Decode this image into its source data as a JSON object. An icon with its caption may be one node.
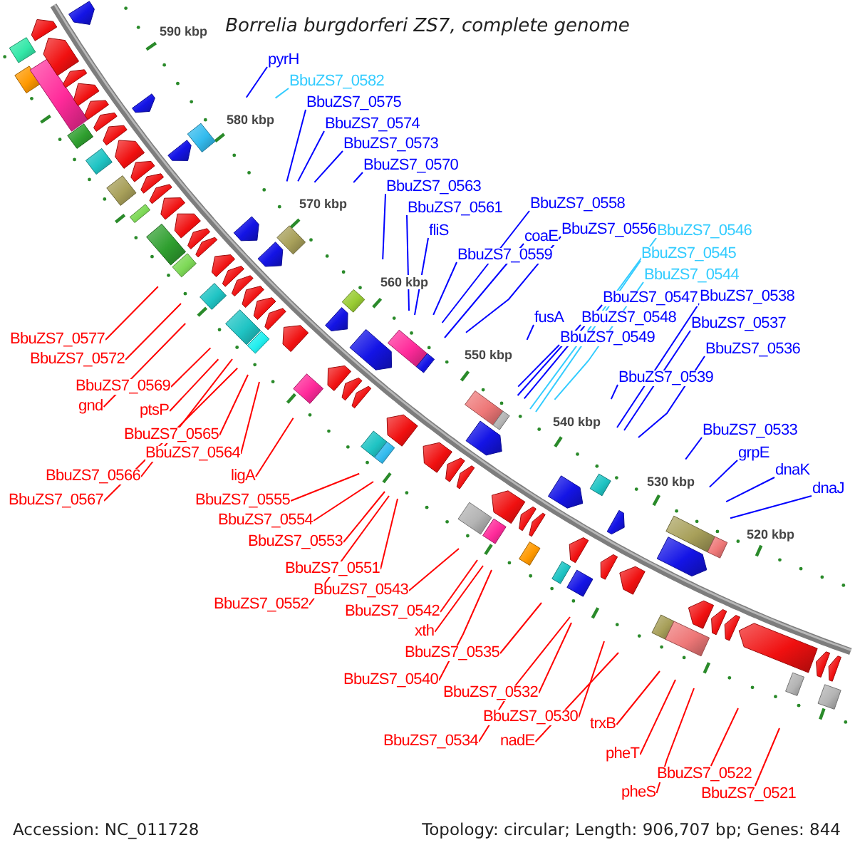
{
  "diagram": {
    "title": "Borrelia burgdorferi ZS7, complete genome",
    "nodes": [
      {
        "text": [
          "pyrH"
        ]
      },
      {
        "text": [
          "BbuZS7_0582"
        ]
      },
      {
        "text": [
          "BbuZS7_0575"
        ]
      },
      {
        "text": [
          "BbuZS7_0574"
        ]
      },
      {
        "text": [
          "BbuZS7_0573"
        ]
      },
      {
        "text": [
          "BbuZS7_0570"
        ]
      },
      {
        "text": [
          "BbuZS7_0563"
        ]
      },
      {
        "text": [
          "BbuZS7_0558"
        ]
      },
      {
        "text": [
          "BbuZS7_0561"
        ]
      },
      {
        "text": [
          "fliS"
        ]
      },
      {
        "text": [
          "coaE"
        ]
      },
      {
        "text": [
          "BbuZS7_0556"
        ]
      },
      {
        "text": [
          "BbuZS7_0546"
        ]
      },
      {
        "text": [
          "BbuZS7_0559"
        ]
      },
      {
        "text": [
          "BbuZS7_0545"
        ]
      },
      {
        "text": [
          "BbuZS7_0544"
        ]
      },
      {
        "text": [
          "BbuZS7_0547"
        ]
      },
      {
        "text": [
          "BbuZS7_0538"
        ]
      },
      {
        "text": [
          "fusA"
        ]
      },
      {
        "text": [
          "BbuZS7_0548"
        ]
      },
      {
        "text": [
          "BbuZS7_0537"
        ]
      },
      {
        "text": [
          "BbuZS7_0577"
        ]
      },
      {
        "text": [
          "BbuZS7_0549"
        ]
      },
      {
        "text": [
          "BbuZS7_0536"
        ]
      },
      {
        "text": [
          "BbuZS7_0572"
        ]
      },
      {
        "text": [
          "BbuZS7_0539"
        ]
      },
      {
        "text": [
          "BbuZS7_0569"
        ]
      },
      {
        "text": [
          "gnd"
        ]
      },
      {
        "text": [
          "ptsP"
        ]
      },
      {
        "text": [
          "BbuZS7_0533"
        ]
      },
      {
        "text": [
          "BbuZS7_0565"
        ]
      },
      {
        "text": [
          "BbuZS7_0564"
        ]
      },
      {
        "text": [
          "grpE"
        ]
      },
      {
        "text": [
          "dnaK"
        ]
      },
      {
        "text": [
          "BbuZS7_0566"
        ]
      },
      {
        "text": [
          "ligA"
        ]
      },
      {
        "text": [
          "dnaJ"
        ]
      },
      {
        "text": [
          "BbuZS7_0567"
        ]
      },
      {
        "text": [
          "BbuZS7_0555"
        ]
      },
      {
        "text": [
          "BbuZS7_0554"
        ]
      },
      {
        "text": [
          "BbuZS7_0553"
        ]
      },
      {
        "text": [
          "BbuZS7_0551"
        ]
      },
      {
        "text": [
          "BbuZS7_0543"
        ]
      },
      {
        "text": [
          "BbuZS7_0552"
        ]
      },
      {
        "text": [
          "BbuZS7_0542"
        ]
      },
      {
        "text": [
          "xth"
        ]
      },
      {
        "text": [
          "BbuZS7_0535"
        ]
      },
      {
        "text": [
          "BbuZS7_0540"
        ]
      },
      {
        "text": [
          "BbuZS7_0532"
        ]
      },
      {
        "text": [
          "BbuZS7_0530"
        ]
      },
      {
        "text": [
          "trxB"
        ]
      },
      {
        "text": [
          "BbuZS7_0534"
        ]
      },
      {
        "text": [
          "nadE"
        ]
      },
      {
        "text": [
          "pheT"
        ]
      },
      {
        "text": [
          "BbuZS7_0522"
        ]
      },
      {
        "text": [
          "pheS"
        ]
      },
      {
        "text": [
          "BbuZS7_0521"
        ]
      }
    ],
    "edges": [
      {
        "from": 0,
        "to": null,
        "arrow": "none",
        "color": "#0000ff"
      },
      {
        "from": 1,
        "to": null,
        "arrow": "none",
        "color": "#33ccff"
      },
      {
        "from": 2,
        "to": null,
        "arrow": "none",
        "color": "#0000ff"
      },
      {
        "from": 3,
        "to": null,
        "arrow": "none",
        "color": "#0000ff"
      },
      {
        "from": 4,
        "to": null,
        "arrow": "none",
        "color": "#0000ff"
      },
      {
        "from": 5,
        "to": null,
        "arrow": "none",
        "color": "#0000ff"
      },
      {
        "from": 6,
        "to": null,
        "arrow": "none",
        "color": "#0000ff"
      },
      {
        "from": 7,
        "to": null,
        "arrow": "none",
        "color": "#0000ff"
      },
      {
        "from": 8,
        "to": null,
        "arrow": "none",
        "color": "#0000ff"
      },
      {
        "from": 9,
        "to": null,
        "arrow": "none",
        "color": "#0000ff"
      },
      {
        "from": 10,
        "to": null,
        "arrow": "none",
        "color": "#0000ff"
      },
      {
        "from": 11,
        "to": null,
        "arrow": "none",
        "color": "#0000ff"
      },
      {
        "from": 12,
        "to": null,
        "arrow": "none",
        "color": "#33ccff"
      },
      {
        "from": 13,
        "to": null,
        "arrow": "none",
        "color": "#0000ff"
      },
      {
        "from": 14,
        "to": null,
        "arrow": "none",
        "color": "#33ccff"
      },
      {
        "from": 15,
        "to": null,
        "arrow": "none",
        "color": "#33ccff"
      },
      {
        "from": 16,
        "to": null,
        "arrow": "none",
        "color": "#0000ff"
      },
      {
        "from": 17,
        "to": null,
        "arrow": "none",
        "color": "#0000ff"
      },
      {
        "from": 18,
        "to": null,
        "arrow": "none",
        "color": "#0000ff"
      },
      {
        "from": 19,
        "to": null,
        "arrow": "none",
        "color": "#0000ff"
      },
      {
        "from": 20,
        "to": null,
        "arrow": "none",
        "color": "#0000ff"
      },
      {
        "from": 21,
        "to": null,
        "arrow": "none"
      },
      {
        "from": 22,
        "to": null,
        "arrow": "none",
        "color": "#0000ff"
      },
      {
        "from": 23,
        "to": null,
        "arrow": "none",
        "color": "#0000ff"
      },
      {
        "from": 24,
        "to": null,
        "arrow": "none"
      },
      {
        "from": 25,
        "to": null,
        "arrow": "none",
        "color": "#0000ff"
      },
      {
        "from": 26,
        "to": null,
        "arrow": "none"
      },
      {
        "from": 27,
        "to": null,
        "arrow": "none"
      },
      {
        "from": 28,
        "to": null,
        "arrow": "none"
      },
      {
        "from": 29,
        "to": null,
        "arrow": "none",
        "color": "#0000ff"
      },
      {
        "from": 30,
        "to": null,
        "arrow": "none"
      },
      {
        "from": 31,
        "to": null,
        "arrow": "none"
      },
      {
        "from": 32,
        "to": null,
        "arrow": "none",
        "color": "#0000ff"
      },
      {
        "from": 33,
        "to": null,
        "arrow": "none",
        "color": "#0000ff"
      },
      {
        "from": 34,
        "to": null,
        "arrow": "none"
      },
      {
        "from": 35,
        "to": null,
        "arrow": "none"
      },
      {
        "from": 36,
        "to": null,
        "arrow": "none",
        "color": "#0000ff"
      },
      {
        "from": 37,
        "to": null,
        "arrow": "none"
      },
      {
        "from": 38,
        "to": null,
        "arrow": "none"
      },
      {
        "from": 39,
        "to": null,
        "arrow": "none"
      },
      {
        "from": 40,
        "to": null,
        "arrow": "none"
      },
      {
        "from": 41,
        "to": null,
        "arrow": "none"
      },
      {
        "from": 42,
        "to": null,
        "arrow": "none"
      },
      {
        "from": 43,
        "to": null,
        "arrow": "none"
      },
      {
        "from": 44,
        "to": null,
        "arrow": "none"
      },
      {
        "from": 45,
        "to": null,
        "arrow": "none"
      },
      {
        "from": 46,
        "to": null,
        "arrow": "none"
      },
      {
        "from": 47,
        "to": null,
        "arrow": "none"
      },
      {
        "from": 48,
        "to": null,
        "arrow": "none"
      },
      {
        "from": 49,
        "to": null,
        "arrow": "none"
      },
      {
        "from": 50,
        "to": null,
        "arrow": "none"
      },
      {
        "from": 51,
        "to": null,
        "arrow": "none"
      },
      {
        "from": 52,
        "to": null,
        "arrow": "none"
      },
      {
        "from": 53,
        "to": null,
        "arrow": "none"
      },
      {
        "from": 54,
        "to": null,
        "arrow": "none"
      },
      {
        "from": 55,
        "to": null,
        "arrow": "none"
      },
      {
        "from": 56,
        "to": null,
        "arrow": "none"
      }
    ],
    "labels": [
      "590 kbp",
      "580 kbp",
      "570 kbp",
      "560 kbp",
      "550 kbp",
      "540 kbp",
      "530 kbp",
      "520 kbp",
      "Accession: NC_011728",
      "Topology: circular; Length: 906,707 bp; Genes: 844"
    ]
  }
}
